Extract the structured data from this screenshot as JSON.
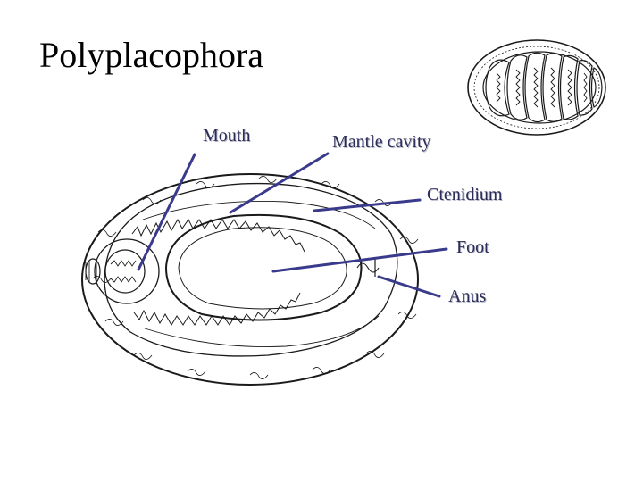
{
  "slide": {
    "title": "Polyplacophora"
  },
  "labels": {
    "mouth": "Mouth",
    "mantle_cavity": "Mantle cavity",
    "ctenidium": "Ctenidium",
    "foot": "Foot",
    "anus": "Anus"
  },
  "colors": {
    "pointer_line": "#3a3a8c",
    "label_text": "#2b2b5a",
    "drawing_ink": "#1a1a1a"
  }
}
